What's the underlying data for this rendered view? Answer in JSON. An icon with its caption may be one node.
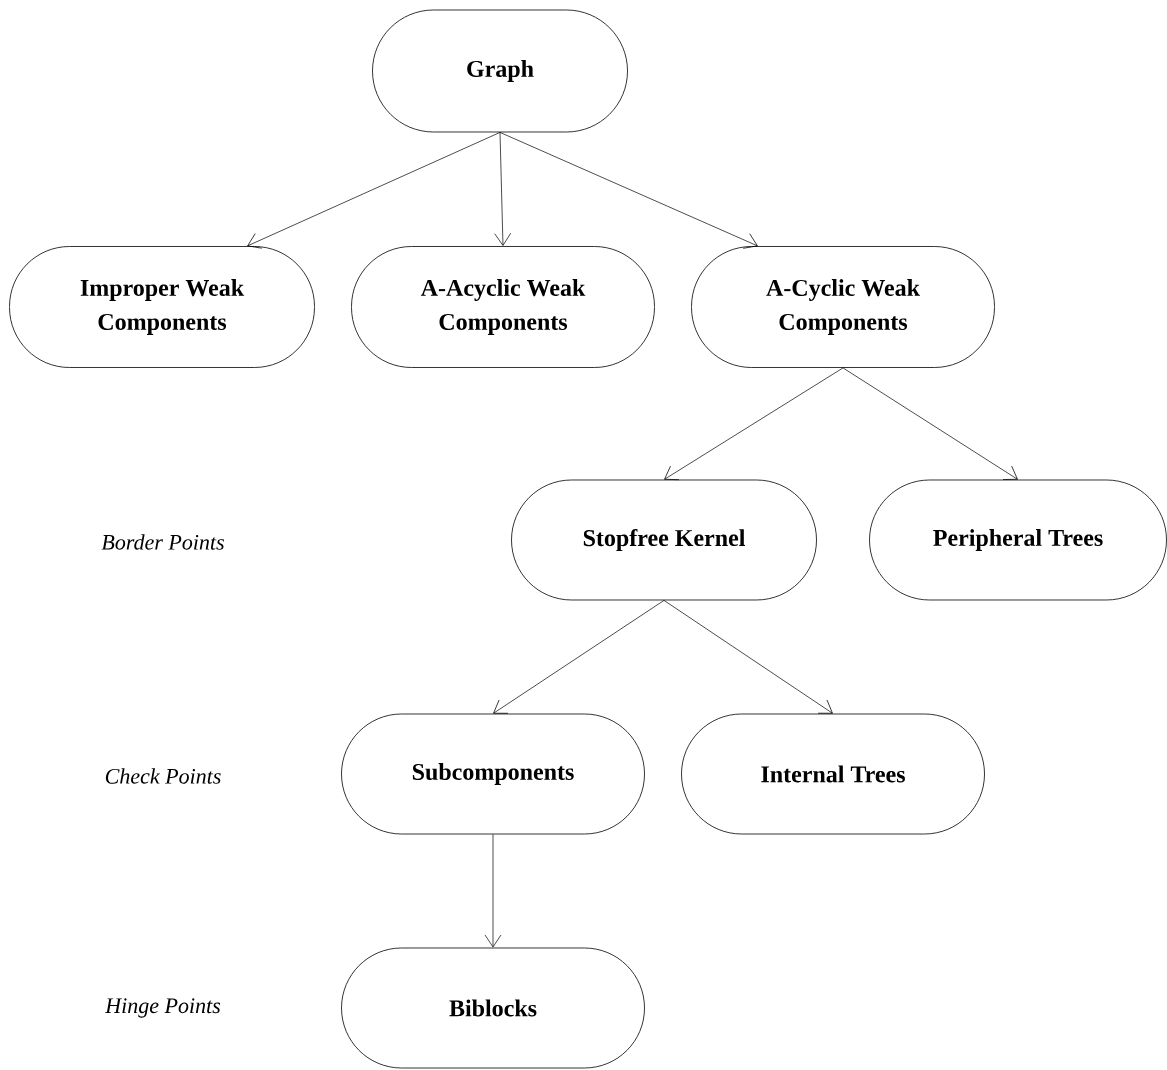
{
  "diagram": {
    "nodes": [
      {
        "text": [
          "Graph"
        ]
      },
      {
        "text": [
          "Improper Weak Components"
        ]
      },
      {
        "text": [
          "A-Acyclic Weak Components"
        ]
      },
      {
        "text": [
          "A-Cyclic Weak Components"
        ]
      },
      {
        "text": [
          "Stopfree Kernel"
        ]
      },
      {
        "text": [
          "Peripheral Trees"
        ]
      },
      {
        "text": [
          "Subcomponents"
        ]
      },
      {
        "text": [
          "Internal Trees"
        ]
      },
      {
        "text": [
          "Biblocks"
        ]
      }
    ],
    "edges": [
      {
        "from": 0,
        "to": 1,
        "arrow": "to"
      },
      {
        "from": 0,
        "to": 2,
        "arrow": "to"
      },
      {
        "from": 0,
        "to": 3,
        "arrow": "to"
      },
      {
        "from": 3,
        "to": 4,
        "arrow": "to"
      },
      {
        "from": 3,
        "to": 5,
        "arrow": "to"
      },
      {
        "from": 4,
        "to": 6,
        "arrow": "to"
      },
      {
        "from": 4,
        "to": 7,
        "arrow": "to"
      },
      {
        "from": 6,
        "to": 8,
        "arrow": "to"
      }
    ],
    "labels": [
      "Border Points",
      "Check Points",
      "Hinge Points"
    ]
  }
}
